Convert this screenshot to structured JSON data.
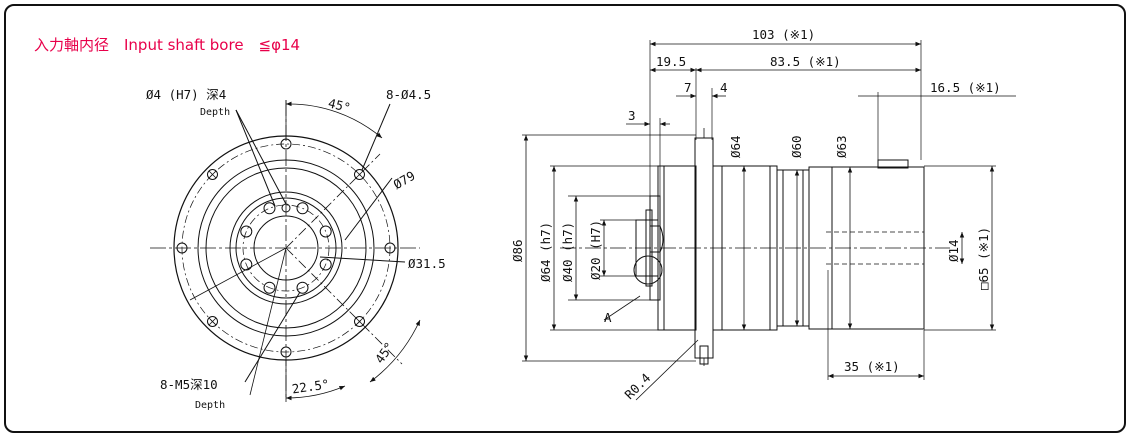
{
  "title": "入力軸内径　Input shaft bore　≦φ14",
  "front_view": {
    "hole_note": "Ø4 (H7) 深4",
    "hole_note_sub": "Depth",
    "bolt_note": "8-Ø4.5",
    "angle_top": "45°",
    "pcd_outer": "Ø79",
    "pcd_inner": "Ø31.5",
    "tap_note": "8-M5深10",
    "tap_note_sub": "Depth",
    "angle_bottom": "45°",
    "angle_offset": "22.5°"
  },
  "side_view": {
    "overall_length": "103 (※1)",
    "flange_offset": "19.5",
    "body_length": "83.5 (※1)",
    "flange_thk": "7",
    "gap_4": "4",
    "step_3": "3",
    "shaft_proj": "16.5 (※1)",
    "dia_64": "Ø64",
    "dia_60": "Ø60",
    "dia_63": "Ø63",
    "dia_86": "Ø86",
    "dia_64h7": "Ø64 (h7)",
    "dia_40h7": "Ø40 (h7)",
    "dia_20H7": "Ø20 (H7)",
    "dia_14": "Ø14",
    "square_65": "□65 (※1)",
    "label_a": "A",
    "radius": "R0.4",
    "len_35": "35 (※1)"
  },
  "colors": {
    "title": "#e8004a",
    "lines": "#111111"
  }
}
